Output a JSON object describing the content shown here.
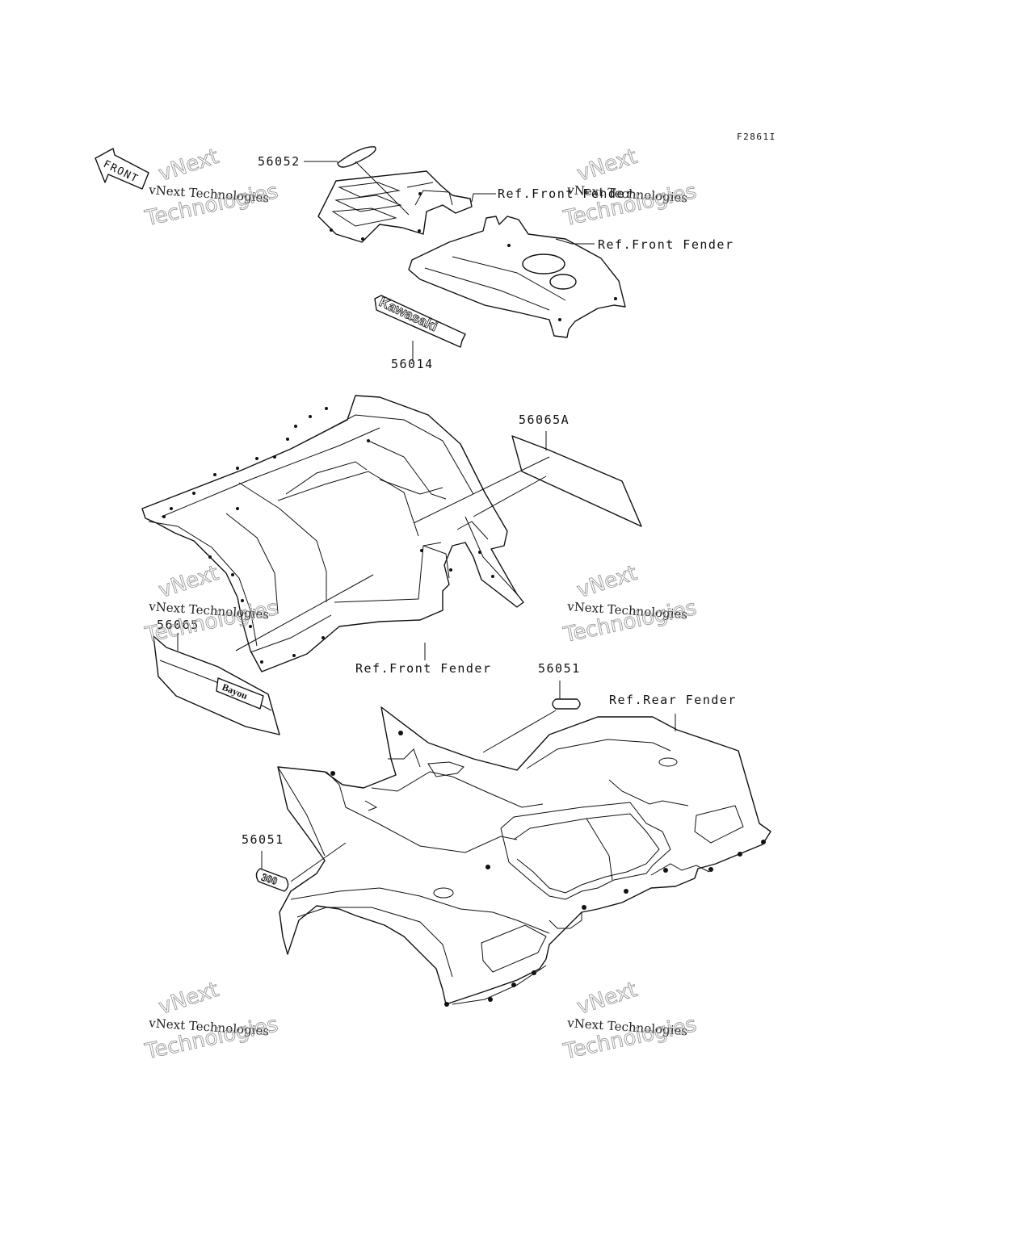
{
  "figure_code": "F2861I",
  "direction_arrow": "FRONT",
  "part_labels": {
    "p56052": "56052",
    "p56014": "56014",
    "p56065A": "56065A",
    "p56065": "56065",
    "p56051_top": "56051",
    "p56051_bottom": "56051"
  },
  "ref_labels": {
    "front_fender_1": "Ref.Front Fender",
    "front_fender_2": "Ref.Front Fender",
    "front_fender_3": "Ref.Front Fender",
    "rear_fender": "Ref.Rear Fender"
  },
  "decal_text": {
    "kawasaki": "Kawasaki",
    "bayou": "Bayou",
    "model_300": "300"
  },
  "watermark": {
    "line1": "vNext Technologies",
    "line2": "vNext",
    "line3": "Technologies"
  }
}
